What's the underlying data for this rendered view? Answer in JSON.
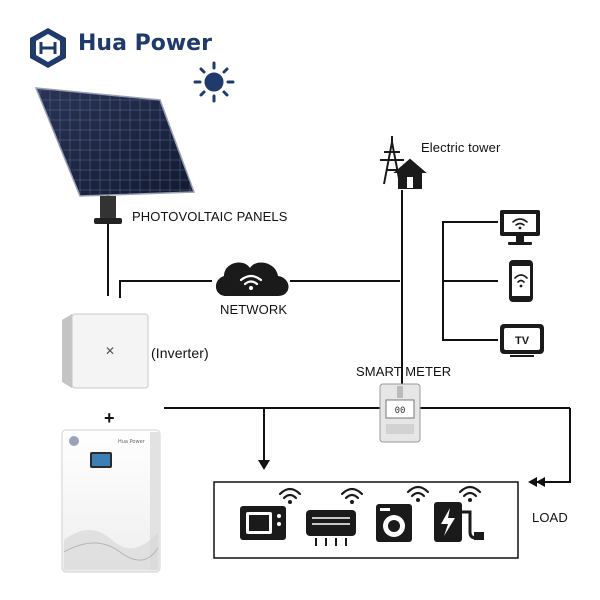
{
  "brand": {
    "name": "Hua Power",
    "color": "#1f3a6b"
  },
  "labels": {
    "pv_panels": "PHOTOVOLTAIC PANELS",
    "electric_tower": "Electric tower",
    "network": "NETWORK",
    "inverter": "(Inverter)",
    "smart_meter": "SMART METER",
    "load": "LOAD",
    "plus": "+",
    "tv": "TV"
  },
  "meter_display": "00",
  "battery_label": "Hua Power",
  "colors": {
    "line": "#111111",
    "icon": "#1a1a1a",
    "panel": "#1b2440",
    "sun": "#1f3a6b"
  },
  "icons": {
    "load": [
      "microwave-icon",
      "air-conditioner-icon",
      "washing-machine-icon",
      "ev-charger-icon"
    ],
    "devices": [
      "monitor-icon",
      "smartphone-icon",
      "tv-icon"
    ]
  }
}
